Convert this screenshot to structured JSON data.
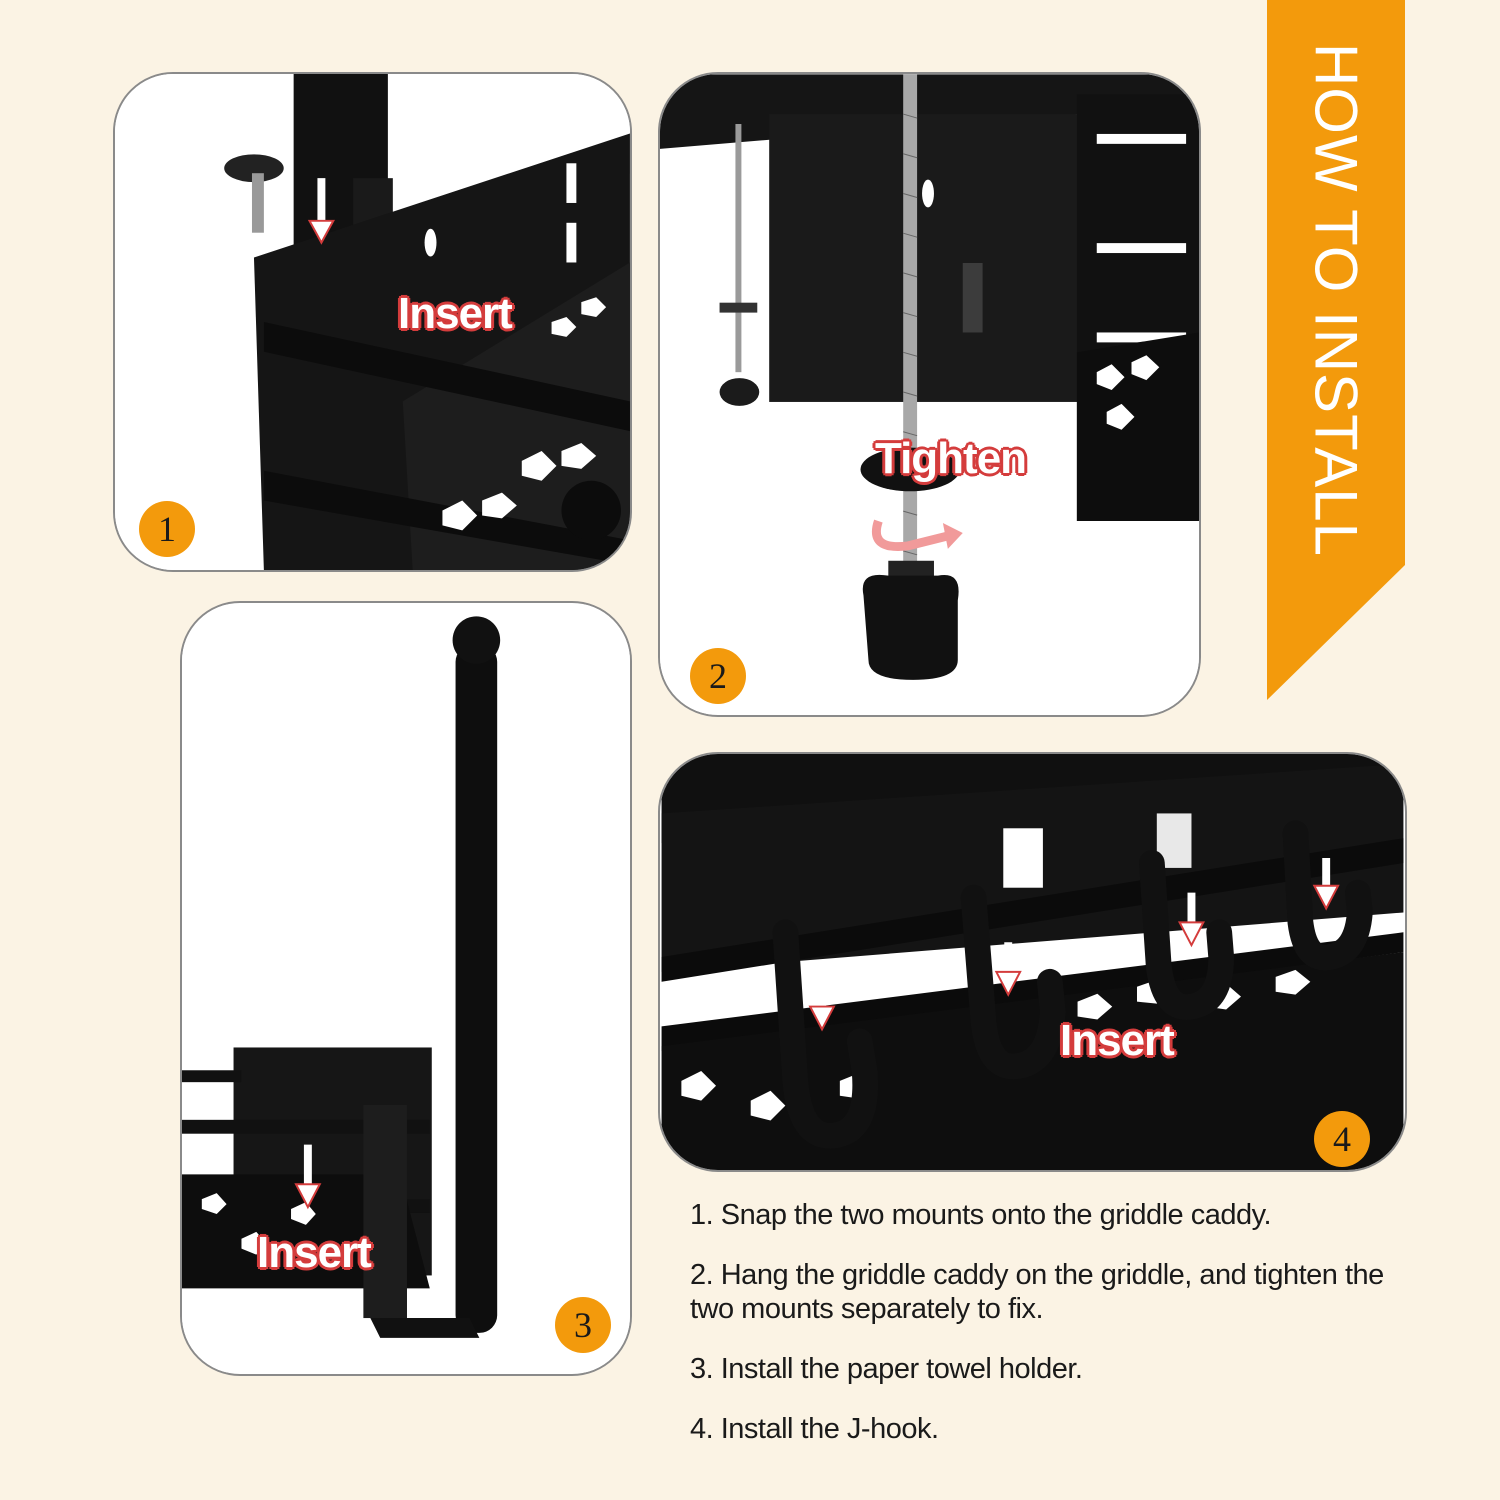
{
  "banner": {
    "title": "HOW TO INSTALL",
    "color": "#f39a0c"
  },
  "panels": [
    {
      "number": "1",
      "callout": "Insert"
    },
    {
      "number": "2",
      "callout": "Tighten"
    },
    {
      "number": "3",
      "callout": "Insert"
    },
    {
      "number": "4",
      "callout": "Insert"
    }
  ],
  "instructions": [
    "1. Snap the two mounts onto the griddle caddy.",
    "2. Hang the griddle caddy on the griddle, and tighten the two mounts separately to fix.",
    "3. Install the paper towel holder.",
    "4. Install the J-hook."
  ],
  "colors": {
    "background": "#fbf3e4",
    "accent": "#f39a0c",
    "callout_outline": "#d43c3c",
    "product": "#101010"
  }
}
